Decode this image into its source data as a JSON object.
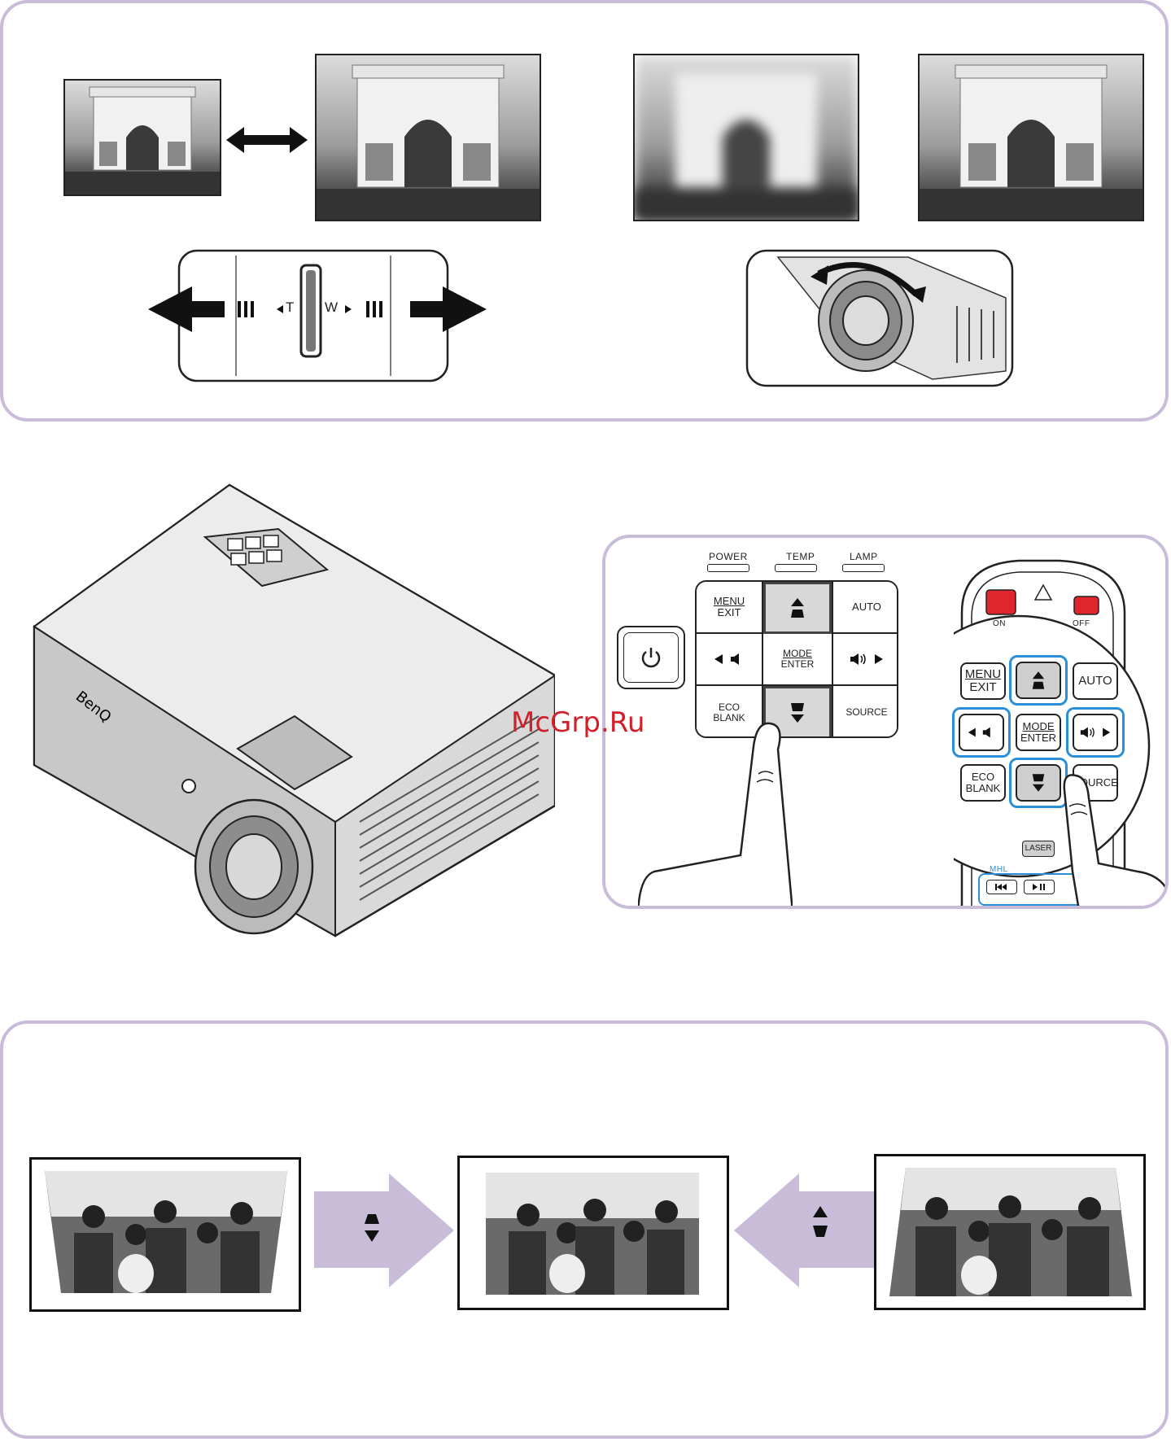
{
  "zoom_panel": {
    "zoom_ring": {
      "tele_label": "T",
      "wide_label": "W"
    }
  },
  "control_panel": {
    "indicators": {
      "power": "POWER",
      "temp": "TEMP",
      "lamp": "LAMP"
    },
    "keys": {
      "menu": "MENU",
      "exit": "EXIT",
      "auto": "AUTO",
      "mode": "MODE",
      "enter": "ENTER",
      "eco": "ECO",
      "blank": "BLANK",
      "source": "SOURCE"
    }
  },
  "remote": {
    "on_label": "ON",
    "off_label": "OFF",
    "keys": {
      "menu": "MENU",
      "exit": "EXIT",
      "auto": "AUTO",
      "mode": "MODE",
      "enter": "ENTER",
      "eco": "ECO",
      "blank": "BLANK",
      "source": "SOURCE",
      "laser": "LASER",
      "mhl": "MHL"
    }
  },
  "watermark": "McGrp.Ru",
  "colors": {
    "panel_border": "#c9bcd9",
    "keystone_arrow": "#c9bcd9",
    "remote_highlight": "#2a8fd6",
    "power_red": "#e0262d"
  }
}
